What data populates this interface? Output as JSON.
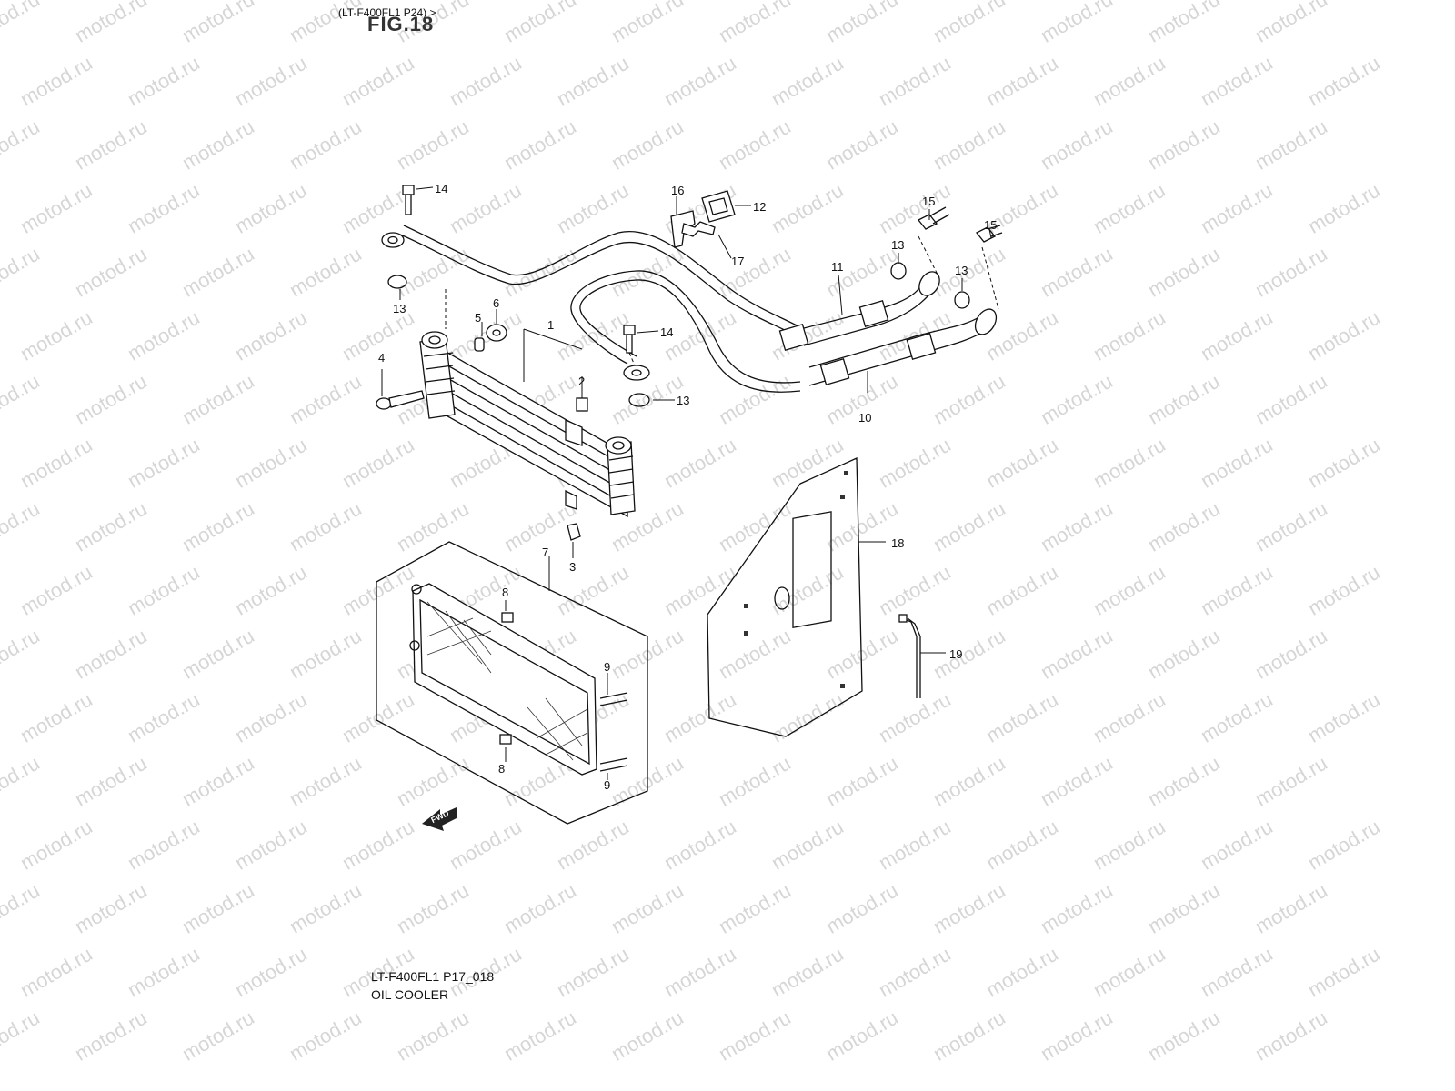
{
  "header": {
    "reference": "(LT-F400FL1 P24) >",
    "figure_glyph": "FIG.18"
  },
  "footer": {
    "code": "LT-F400FL1 P17_018",
    "title": "OIL COOLER"
  },
  "watermark": {
    "text": "motod.ru"
  },
  "fwd_label": "FWD",
  "callouts": {
    "n1": "1",
    "n2": "2",
    "n3": "3",
    "n4": "4",
    "n5": "5",
    "n6": "6",
    "n7": "7",
    "n8a": "8",
    "n8b": "8",
    "n9a": "9",
    "n9b": "9",
    "n10": "10",
    "n11": "11",
    "n12": "12",
    "n13a": "13",
    "n13b": "13",
    "n13c": "13",
    "n13d": "13",
    "n14a": "14",
    "n14b": "14",
    "n15a": "15",
    "n15b": "15",
    "n16": "16",
    "n17": "17",
    "n18": "18",
    "n19": "19"
  }
}
